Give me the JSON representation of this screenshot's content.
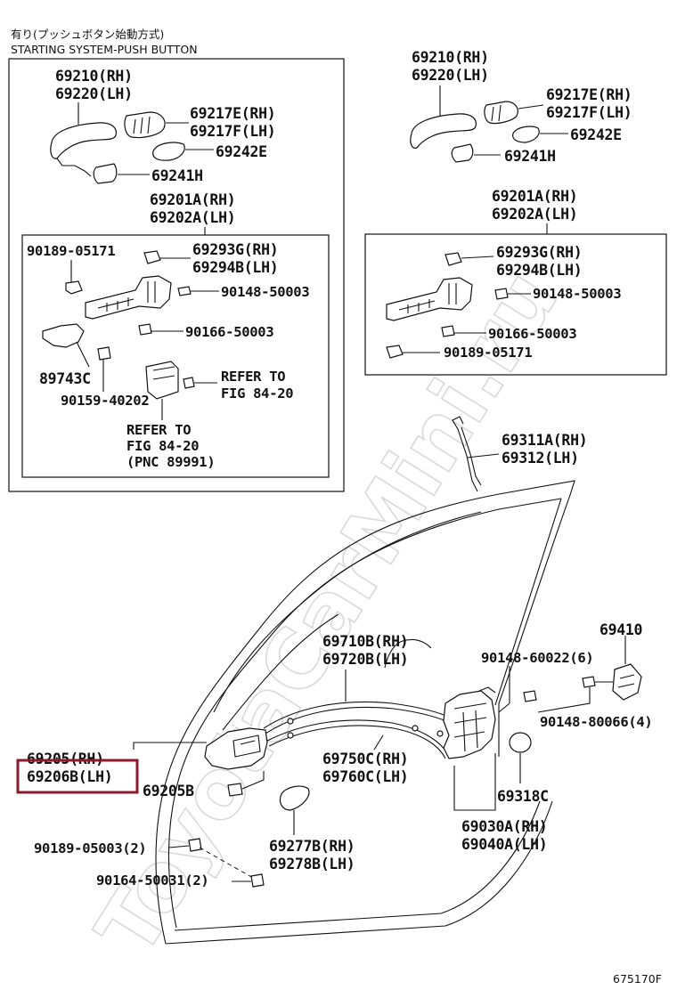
{
  "header": {
    "jp": "有り(プッシュボタン始動方式)",
    "en": "STARTING SYSTEM-PUSH BUTTON"
  },
  "watermark": "ToyotaCarMini.ru",
  "figure_id": "675170F",
  "highlight_color": "#8b1a2b",
  "labels": {
    "l_69210": "69210(RH)",
    "l_69220": "69220(LH)",
    "l_69217e": "69217E(RH)",
    "l_69217f": "69217F(LH)",
    "l_69242e": "69242E",
    "l_69241h": "69241H",
    "l_69201a": "69201A(RH)",
    "l_69202a": "69202A(LH)",
    "l_90189_05171": "90189-05171",
    "l_69293g": "69293G(RH)",
    "l_69294b": "69294B(LH)",
    "l_90148_50003": "90148-50003",
    "l_90166_50003": "90166-50003",
    "l_89743c": "89743C",
    "l_90159_40202": "90159-40202",
    "l_refer1a": "REFER TO",
    "l_refer1b": "FIG 84-20",
    "l_refer2a": "REFER TO",
    "l_refer2b": "FIG 84-20",
    "l_refer2c": "(PNC 89991)",
    "r_69210": "69210(RH)",
    "r_69220": "69220(LH)",
    "r_69217e": "69217E(RH)",
    "r_69217f": "69217F(LH)",
    "r_69242e": "69242E",
    "r_69241h": "69241H",
    "r_69201a": "69201A(RH)",
    "r_69202a": "69202A(LH)",
    "r_69293g": "69293G(RH)",
    "r_69294b": "69294B(LH)",
    "r_90148_50003": "90148-50003",
    "r_90166_50003": "90166-50003",
    "r_90189_05171": "90189-05171",
    "b_69311a": "69311A(RH)",
    "b_69312": "69312(LH)",
    "b_69410": "69410",
    "b_69710b": "69710B(RH)",
    "b_69720b": "69720B(LH)",
    "b_90148_60022": "90148-60022(6)",
    "b_90148_80066": "90148-80066(4)",
    "b_69205_rh": "69205(RH)",
    "b_69206b": "69206B(LH)",
    "b_69205b": "69205B",
    "b_69750c": "69750C(RH)",
    "b_69760c": "69760C(LH)",
    "b_69318c": "69318C",
    "b_69030a": "69030A(RH)",
    "b_69040a": "69040A(LH)",
    "b_90189_05003": "90189-05003(2)",
    "b_69277b": "69277B(RH)",
    "b_69278b": "69278B(LH)",
    "b_90164_50031": "90164-50031(2)"
  }
}
